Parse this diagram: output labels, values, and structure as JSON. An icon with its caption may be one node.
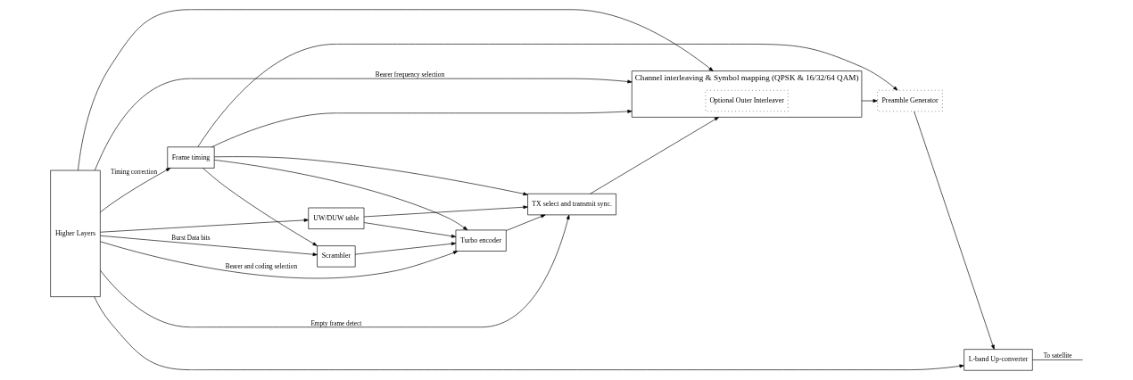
{
  "diagram": {
    "nodes": [
      {
        "text": [
          "Higher Layers"
        ]
      },
      {
        "text": [
          "Frame timing"
        ]
      },
      {
        "text": [
          "Scrambler"
        ]
      },
      {
        "text": [
          "Turbo encoder"
        ]
      },
      {
        "text": [
          "UW/DUW table"
        ]
      },
      {
        "text": [
          "TX select and transmit sync."
        ]
      },
      {
        "text": [
          "Channel interleaving & Symbol mapping (QPSK & 16/32/64 QAM)"
        ]
      },
      {
        "text": [
          "Optional Outer Interleaver"
        ],
        "in": 6
      },
      {
        "text": [
          "Preamble Generator"
        ]
      },
      {
        "text": [
          "L-band Up-converter"
        ]
      }
    ],
    "edges": [
      {
        "from": 0,
        "to": 1,
        "arrow": "to",
        "label": "Timing correction"
      },
      {
        "from": 1,
        "to": 5,
        "arrow": "to"
      },
      {
        "from": 1,
        "to": 6,
        "arrow": "to"
      },
      {
        "from": 1,
        "to": 8,
        "arrow": "to"
      },
      {
        "from": 1,
        "to": 2,
        "arrow": "to"
      },
      {
        "from": 1,
        "to": 3,
        "arrow": "to"
      },
      {
        "from": 0,
        "to": 2,
        "arrow": "to",
        "label": "Burst Data bits"
      },
      {
        "from": 2,
        "to": 3,
        "arrow": "to"
      },
      {
        "from": 3,
        "to": 5,
        "arrow": "to"
      },
      {
        "from": 0,
        "to": 3,
        "arrow": "to",
        "label": "Bearer and coding selection"
      },
      {
        "from": 0,
        "to": 4,
        "arrow": "to"
      },
      {
        "from": 0,
        "to": 6,
        "arrow": "to"
      },
      {
        "from": 4,
        "to": 3,
        "arrow": "to"
      },
      {
        "from": 4,
        "to": 5,
        "arrow": "to"
      },
      {
        "from": 0,
        "to": 5,
        "arrow": "to",
        "label": "Empty frame detect"
      },
      {
        "from": 0,
        "to": 6,
        "arrow": "to",
        "label": "Bearer frequency selection"
      },
      {
        "from": 0,
        "to": 9,
        "arrow": "to"
      },
      {
        "from": 5,
        "to": 6,
        "arrow": "to"
      },
      {
        "from": 6,
        "to": 8,
        "arrow": "to"
      },
      {
        "from": 8,
        "to": 9,
        "arrow": "to"
      },
      {
        "from": 9,
        "to": null,
        "arrow": "none",
        "label": "To satellite"
      }
    ]
  }
}
